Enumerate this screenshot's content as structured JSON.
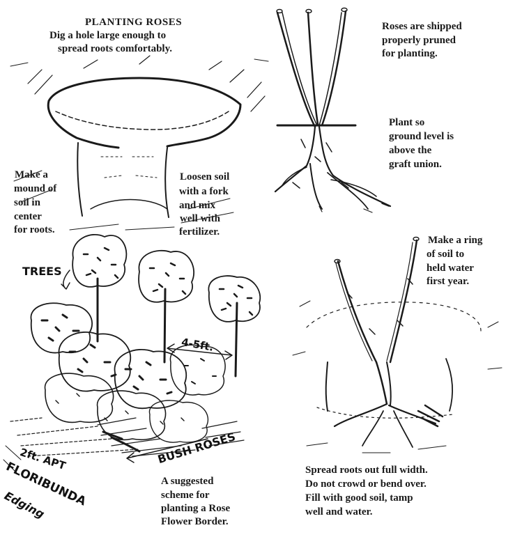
{
  "title": "PLANTING ROSES",
  "dig_caption": [
    "Dig a hole large enough to",
    "spread roots comfortably."
  ],
  "mound_caption": [
    "Make a",
    "mound of",
    "soil in",
    "center",
    "for roots."
  ],
  "loosen_caption": [
    "Loosen soil",
    "with a fork",
    "and mix",
    "well with",
    "fertilizer."
  ],
  "shipped_caption": [
    "Roses are shipped",
    "properly pruned",
    "for planting."
  ],
  "ground_caption": [
    "Plant so",
    "ground level is",
    "above the",
    "graft union."
  ],
  "ring_caption": [
    "Make a ring",
    "of soil to",
    "held water",
    "first year."
  ],
  "spread_caption": [
    "Spread roots out full width.",
    "Do not crowd or bend over.",
    "Fill with good soil, tamp",
    "well and water."
  ],
  "scheme_caption": [
    "A suggested",
    "scheme for",
    "planting a Rose",
    "Flower Border."
  ],
  "handwritten": {
    "trees": "TREES",
    "spacing": "4-5ft.",
    "bush_roses": "BUSH ROSES",
    "floribunda_spacing": "2ft. APT",
    "floribunda": "FLORIBUNDA",
    "edging": "Edging"
  }
}
